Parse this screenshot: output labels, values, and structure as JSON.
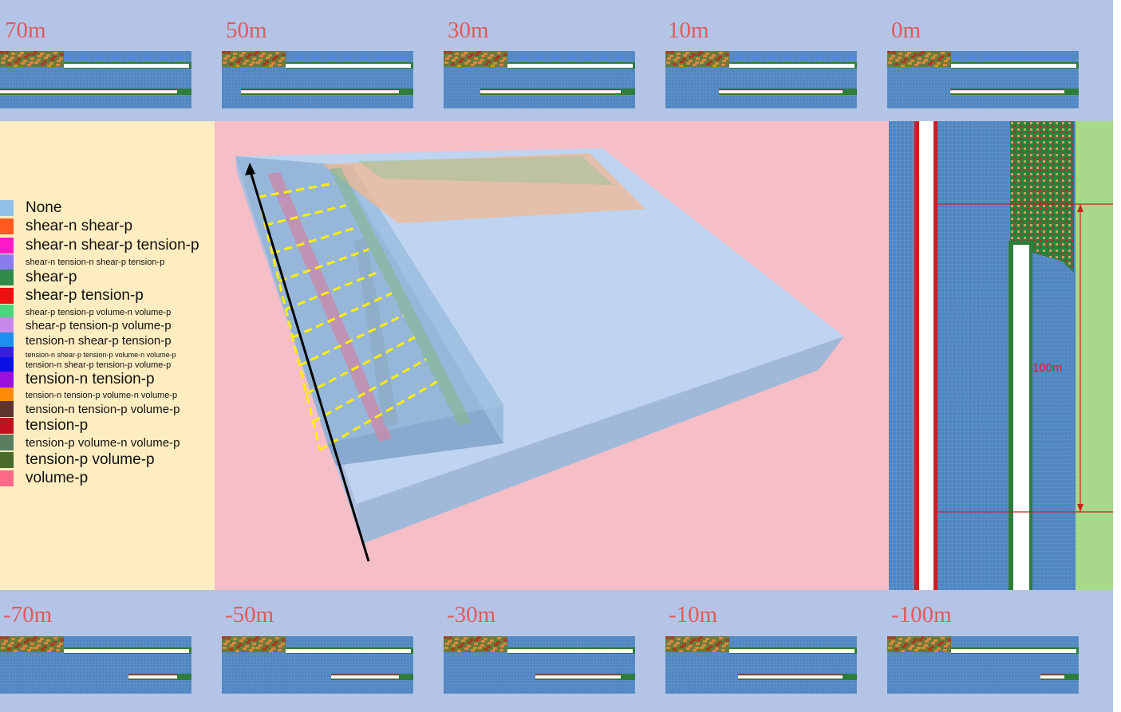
{
  "top_slices": [
    {
      "label": "70m",
      "inner_start": 0.0
    },
    {
      "label": "50m",
      "inner_start": 0.1
    },
    {
      "label": "30m",
      "inner_start": 0.19
    },
    {
      "label": "10m",
      "inner_start": 0.28
    },
    {
      "label": "0m",
      "inner_start": 0.33
    }
  ],
  "bottom_slices": [
    {
      "label": "-70m",
      "inner_start": 0.67
    },
    {
      "label": "-50m",
      "inner_start": 0.57
    },
    {
      "label": "-30m",
      "inner_start": 0.48
    },
    {
      "label": "-10m",
      "inner_start": 0.38
    },
    {
      "label": "-100m",
      "inner_start": 0.8
    }
  ],
  "legend": [
    {
      "label": "None",
      "color": "#8fc0e8"
    },
    {
      "label": "shear-n shear-p",
      "color": "#ff5a1e"
    },
    {
      "label": "shear-n shear-p tension-p",
      "color": "#ff1ac8"
    },
    {
      "label": "shear-n tension-n shear-p tension-p",
      "color": "#8a7cf0"
    },
    {
      "label": "shear-p",
      "color": "#2e8b4a"
    },
    {
      "label": "shear-p tension-p",
      "color": "#ee1010"
    },
    {
      "label": "shear-p tension-p volume-n volume-p",
      "color": "#49d67e"
    },
    {
      "label": "shear-p tension-p volume-p",
      "color": "#c88aea"
    },
    {
      "label": "tension-n shear-p tension-p",
      "color": "#1e8ef0"
    },
    {
      "label": "tension-n shear-p tension-p volume-n volume-p",
      "color": "#3a1ee0"
    },
    {
      "label": "tension-n shear-p tension-p volume-p",
      "color": "#0a10e6"
    },
    {
      "label": "tension-n tension-p",
      "color": "#9a10e0"
    },
    {
      "label": "tension-n tension-p volume-n volume-p",
      "color": "#ff8a0a"
    },
    {
      "label": "tension-n tension-p volume-p",
      "color": "#5e3430"
    },
    {
      "label": "tension-p",
      "color": "#c01020"
    },
    {
      "label": "tension-p volume-n volume-p",
      "color": "#5a7e60"
    },
    {
      "label": "tension-p volume-p",
      "color": "#4a6a2a"
    },
    {
      "label": "volume-p",
      "color": "#ff6a8a"
    }
  ],
  "dimension_label": "100m",
  "colors": {
    "mesh": "#5f8fc0",
    "damage_green": "#2e7d3a",
    "damage_orange": "#e09050",
    "tunnel_red": "#cc2020",
    "label_red": "#e05a5a",
    "axis_line": "#000000",
    "section_lines": "#ffee00",
    "right_strip": "#a8d88a"
  }
}
